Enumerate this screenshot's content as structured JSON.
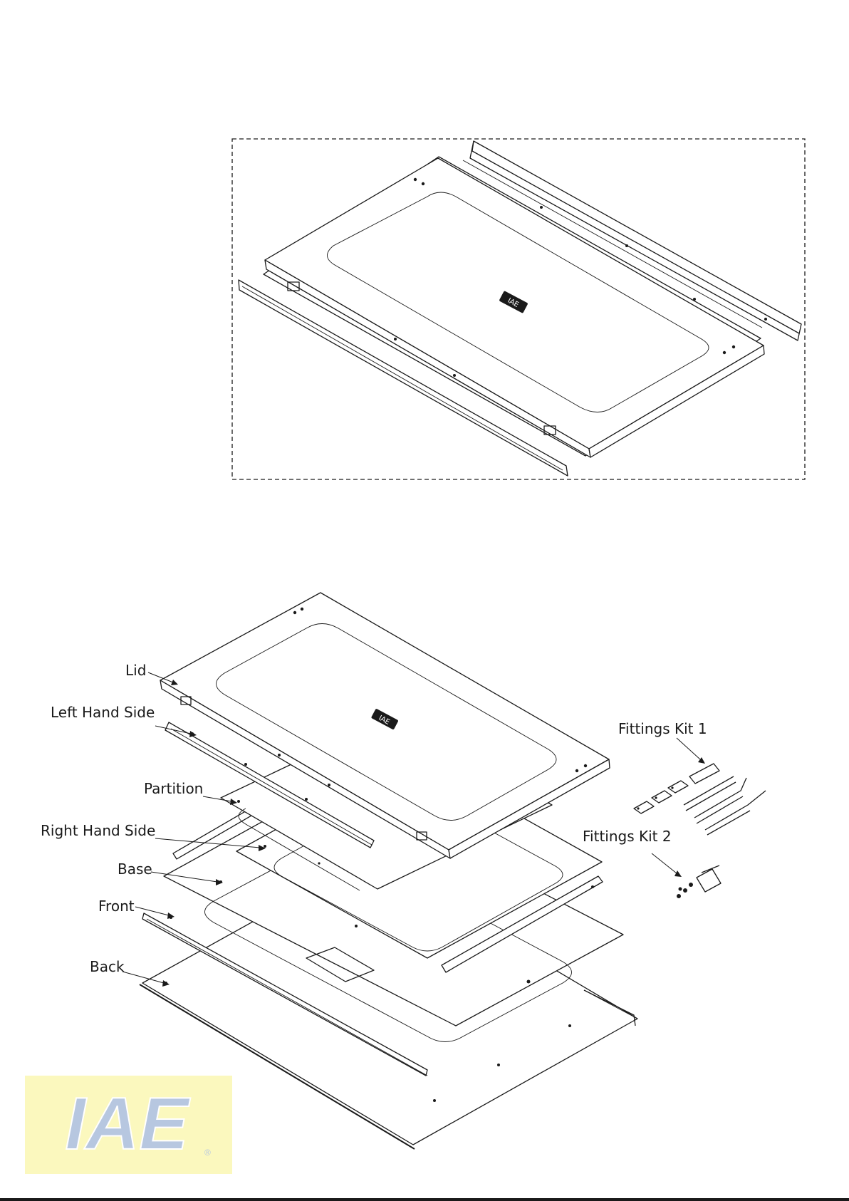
{
  "labels": {
    "lid": "Lid",
    "left_hand_side": "Left Hand Side",
    "partition": "Partition",
    "right_hand_side": "Right Hand Side",
    "base": "Base",
    "front": "Front",
    "back": "Back",
    "fittings_kit_1": "Fittings Kit 1",
    "fittings_kit_2": "Fittings Kit 2"
  },
  "logo": {
    "text": "IAE",
    "registered_mark": "®",
    "background_color": "#fbf8be",
    "letter_color": "#b7c7e0"
  },
  "lid_badge_text": "IAE"
}
